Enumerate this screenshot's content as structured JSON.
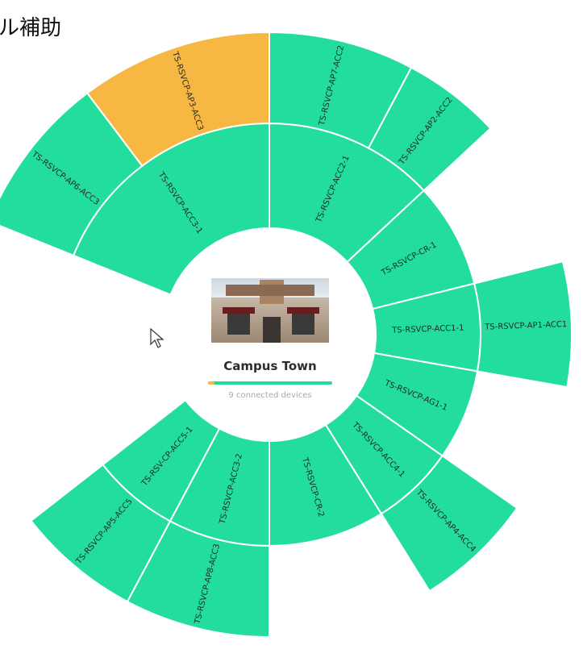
{
  "overlay_text": "ル補助",
  "center": {
    "site_name": "Campus Town",
    "devices_text": "9 connected devices",
    "image_alt": "building-photo",
    "warn_fraction": 0.05
  },
  "colors": {
    "normal": "#22dd9c",
    "warning": "#f7b743",
    "progress": "#22dd9c"
  },
  "segments": [
    {
      "label": "TS-RSVCP-ACC3-1",
      "ring": "inner",
      "status": "normal"
    },
    {
      "label": "TS-RSVCP-ACC2-1",
      "ring": "inner",
      "status": "normal"
    },
    {
      "label": "TS-RSVCP-CR-1",
      "ring": "inner",
      "status": "normal"
    },
    {
      "label": "TS-RSVCP-ACC1-1",
      "ring": "inner",
      "status": "normal"
    },
    {
      "label": "TS-RSVCP-AG1-1",
      "ring": "inner",
      "status": "normal"
    },
    {
      "label": "TS-RSVCP-ACC4-1",
      "ring": "inner",
      "status": "normal"
    },
    {
      "label": "TS-RSVCP-CR-2",
      "ring": "inner",
      "status": "normal"
    },
    {
      "label": "TS-RSVCP-ACC3-2",
      "ring": "inner",
      "status": "normal"
    },
    {
      "label": "TS-RSV-CP-ACC5-1",
      "ring": "inner",
      "status": "normal"
    },
    {
      "label": "TS-RSVCP-AP6-ACC3",
      "ring": "outer",
      "status": "normal"
    },
    {
      "label": "TS-RSVCP-AP3-ACC3",
      "ring": "outer",
      "status": "warning"
    },
    {
      "label": "TS-RSVCP-AP7-ACC2",
      "ring": "outer",
      "status": "normal"
    },
    {
      "label": "TS-RSVCP-AP2-ACC2",
      "ring": "outer",
      "status": "normal"
    },
    {
      "label": "TS-RSVCP-AP1-ACC1",
      "ring": "outer",
      "status": "normal"
    },
    {
      "label": "TS-RSVCP-AP4-ACC4",
      "ring": "outer",
      "status": "normal"
    },
    {
      "label": "TS-RSVCP-AP8-ACC3",
      "ring": "outer",
      "status": "normal"
    },
    {
      "label": "TS-RSVCP-AP5-ACC5",
      "ring": "outer",
      "status": "normal"
    }
  ]
}
